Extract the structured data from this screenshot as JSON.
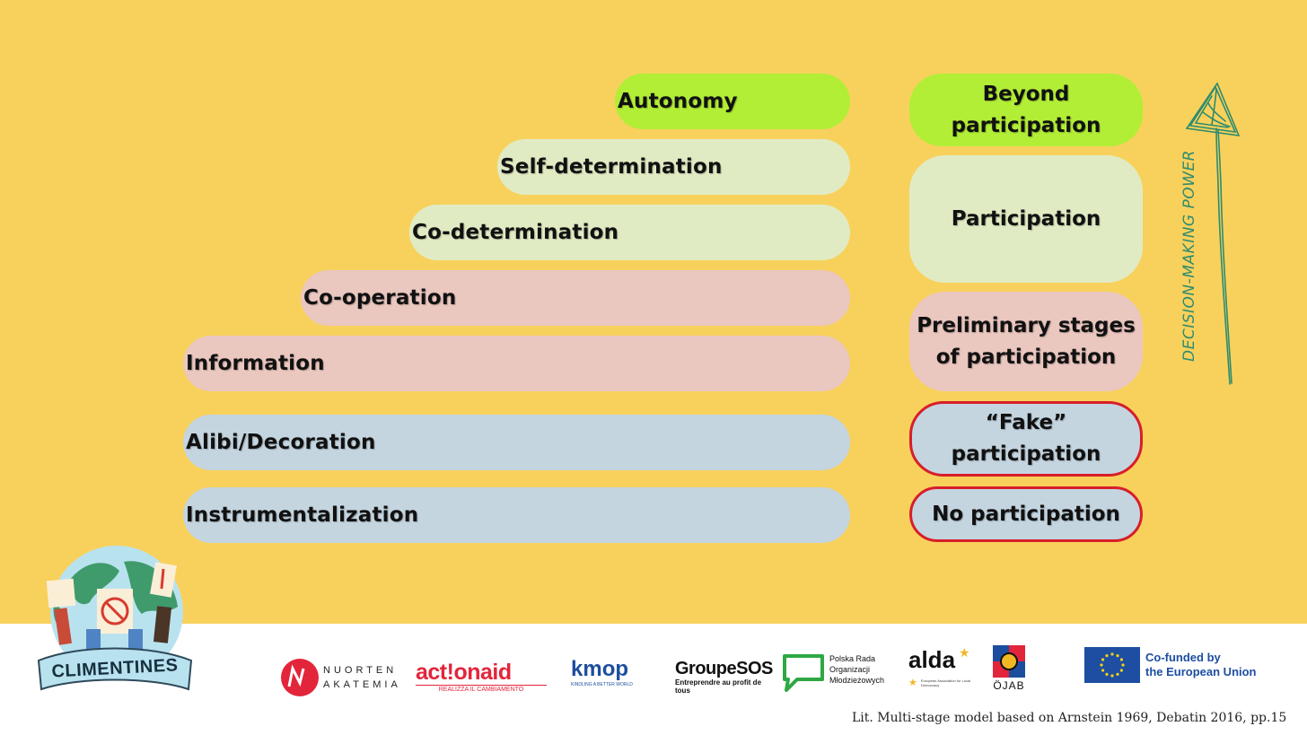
{
  "levels": [
    {
      "label": "Autonomy",
      "color": "#b2ee36"
    },
    {
      "label": "Self-determination",
      "color": "#e1ebc3"
    },
    {
      "label": "Co-determination",
      "color": "#e1ebc3"
    },
    {
      "label": "Co-operation",
      "color": "#eac7bf"
    },
    {
      "label": "Information",
      "color": "#eac7bf"
    },
    {
      "label": "Alibi/Decoration",
      "color": "#c4d5e0"
    },
    {
      "label": "Instrumentalization",
      "color": "#c4d5e0"
    }
  ],
  "categories": [
    {
      "label": "Beyond\nparticipation",
      "color": "#b2ee36"
    },
    {
      "label": "Participation",
      "color": "#e1ebc3"
    },
    {
      "label": "Preliminary stages\nof participation",
      "color": "#eac7bf"
    },
    {
      "label": "“Fake” participation",
      "color": "#c4d5e0",
      "border": "#d81e2a"
    },
    {
      "label": "No participation",
      "color": "#c4d5e0",
      "border": "#d81e2a"
    }
  ],
  "arrow": {
    "label": "DECISION-MAKING POWER",
    "color": "#2e8b6e"
  },
  "logos": {
    "climentines": "CLIMENTINES",
    "nuorten": "NUORTEN",
    "akatemia": "AKATEMIA",
    "actionaid": "act!onaid",
    "actionaid_sub": "REALIZZA IL CAMBIAMENTO",
    "kmop": "kmop",
    "kmop_sub": "KINDLING A BETTER WORLD",
    "groupesos": "GroupeSOS",
    "groupesos_sub": "Entreprendre au profit de tous",
    "prom_1": "Polska Rada",
    "prom_2": "Organizacji",
    "prom_3": "Młodzieżowych",
    "alda": "alda",
    "alda_sub": "European Association for Local Democracy",
    "ojab": "ÖJAB",
    "eu_1": "Co-funded by",
    "eu_2": "the European Union"
  },
  "citation": "Lit. Multi-stage model based on Arnstein 1969, Debatin 2016, pp.15"
}
